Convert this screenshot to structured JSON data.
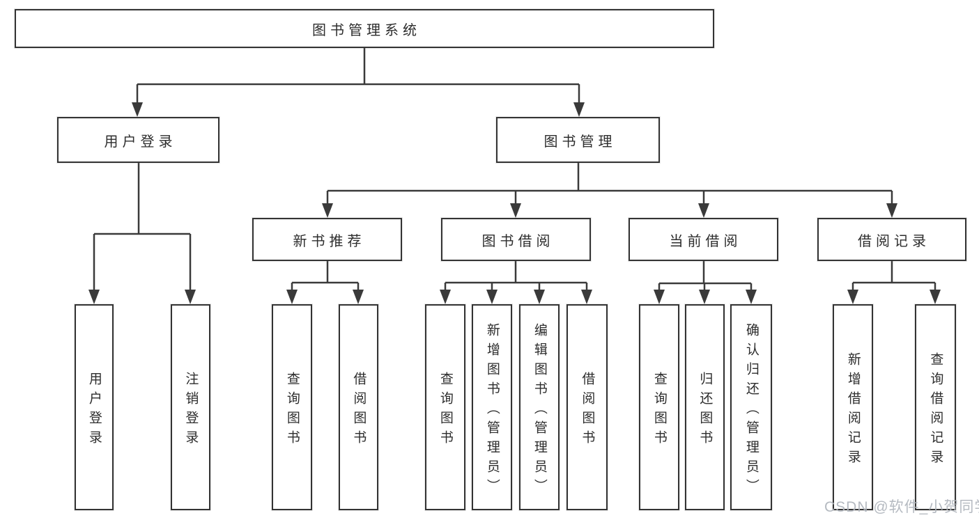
{
  "diagram_title": "图书管理系统",
  "tree": {
    "root": {
      "label": "图书管理系统",
      "children": [
        {
          "label": "用户登录",
          "children": [
            {
              "label": "用户登录"
            },
            {
              "label": "注销登录"
            }
          ]
        },
        {
          "label": "图书管理",
          "children": [
            {
              "label": "新书推荐",
              "children": [
                {
                  "label": "查询图书"
                },
                {
                  "label": "借阅图书"
                }
              ]
            },
            {
              "label": "图书借阅",
              "children": [
                {
                  "label": "查询图书"
                },
                {
                  "label": "新增图书（管理员）"
                },
                {
                  "label": "编辑图书（管理员）"
                },
                {
                  "label": "借阅图书"
                }
              ]
            },
            {
              "label": "当前借阅",
              "children": [
                {
                  "label": "查询图书"
                },
                {
                  "label": "归还图书"
                },
                {
                  "label": "确认归还（管理员）"
                }
              ]
            },
            {
              "label": "借阅记录",
              "children": [
                {
                  "label": "新增借阅记录"
                },
                {
                  "label": "查询借阅记录"
                }
              ]
            }
          ]
        }
      ]
    }
  },
  "watermark": {
    "text": "CSDN @软件_小贺同学"
  },
  "colors": {
    "line": "#3a3a3a",
    "box_border": "#333333",
    "text": "#2d2d2d",
    "watermark": "#b1b6be",
    "background": "#ffffff"
  }
}
